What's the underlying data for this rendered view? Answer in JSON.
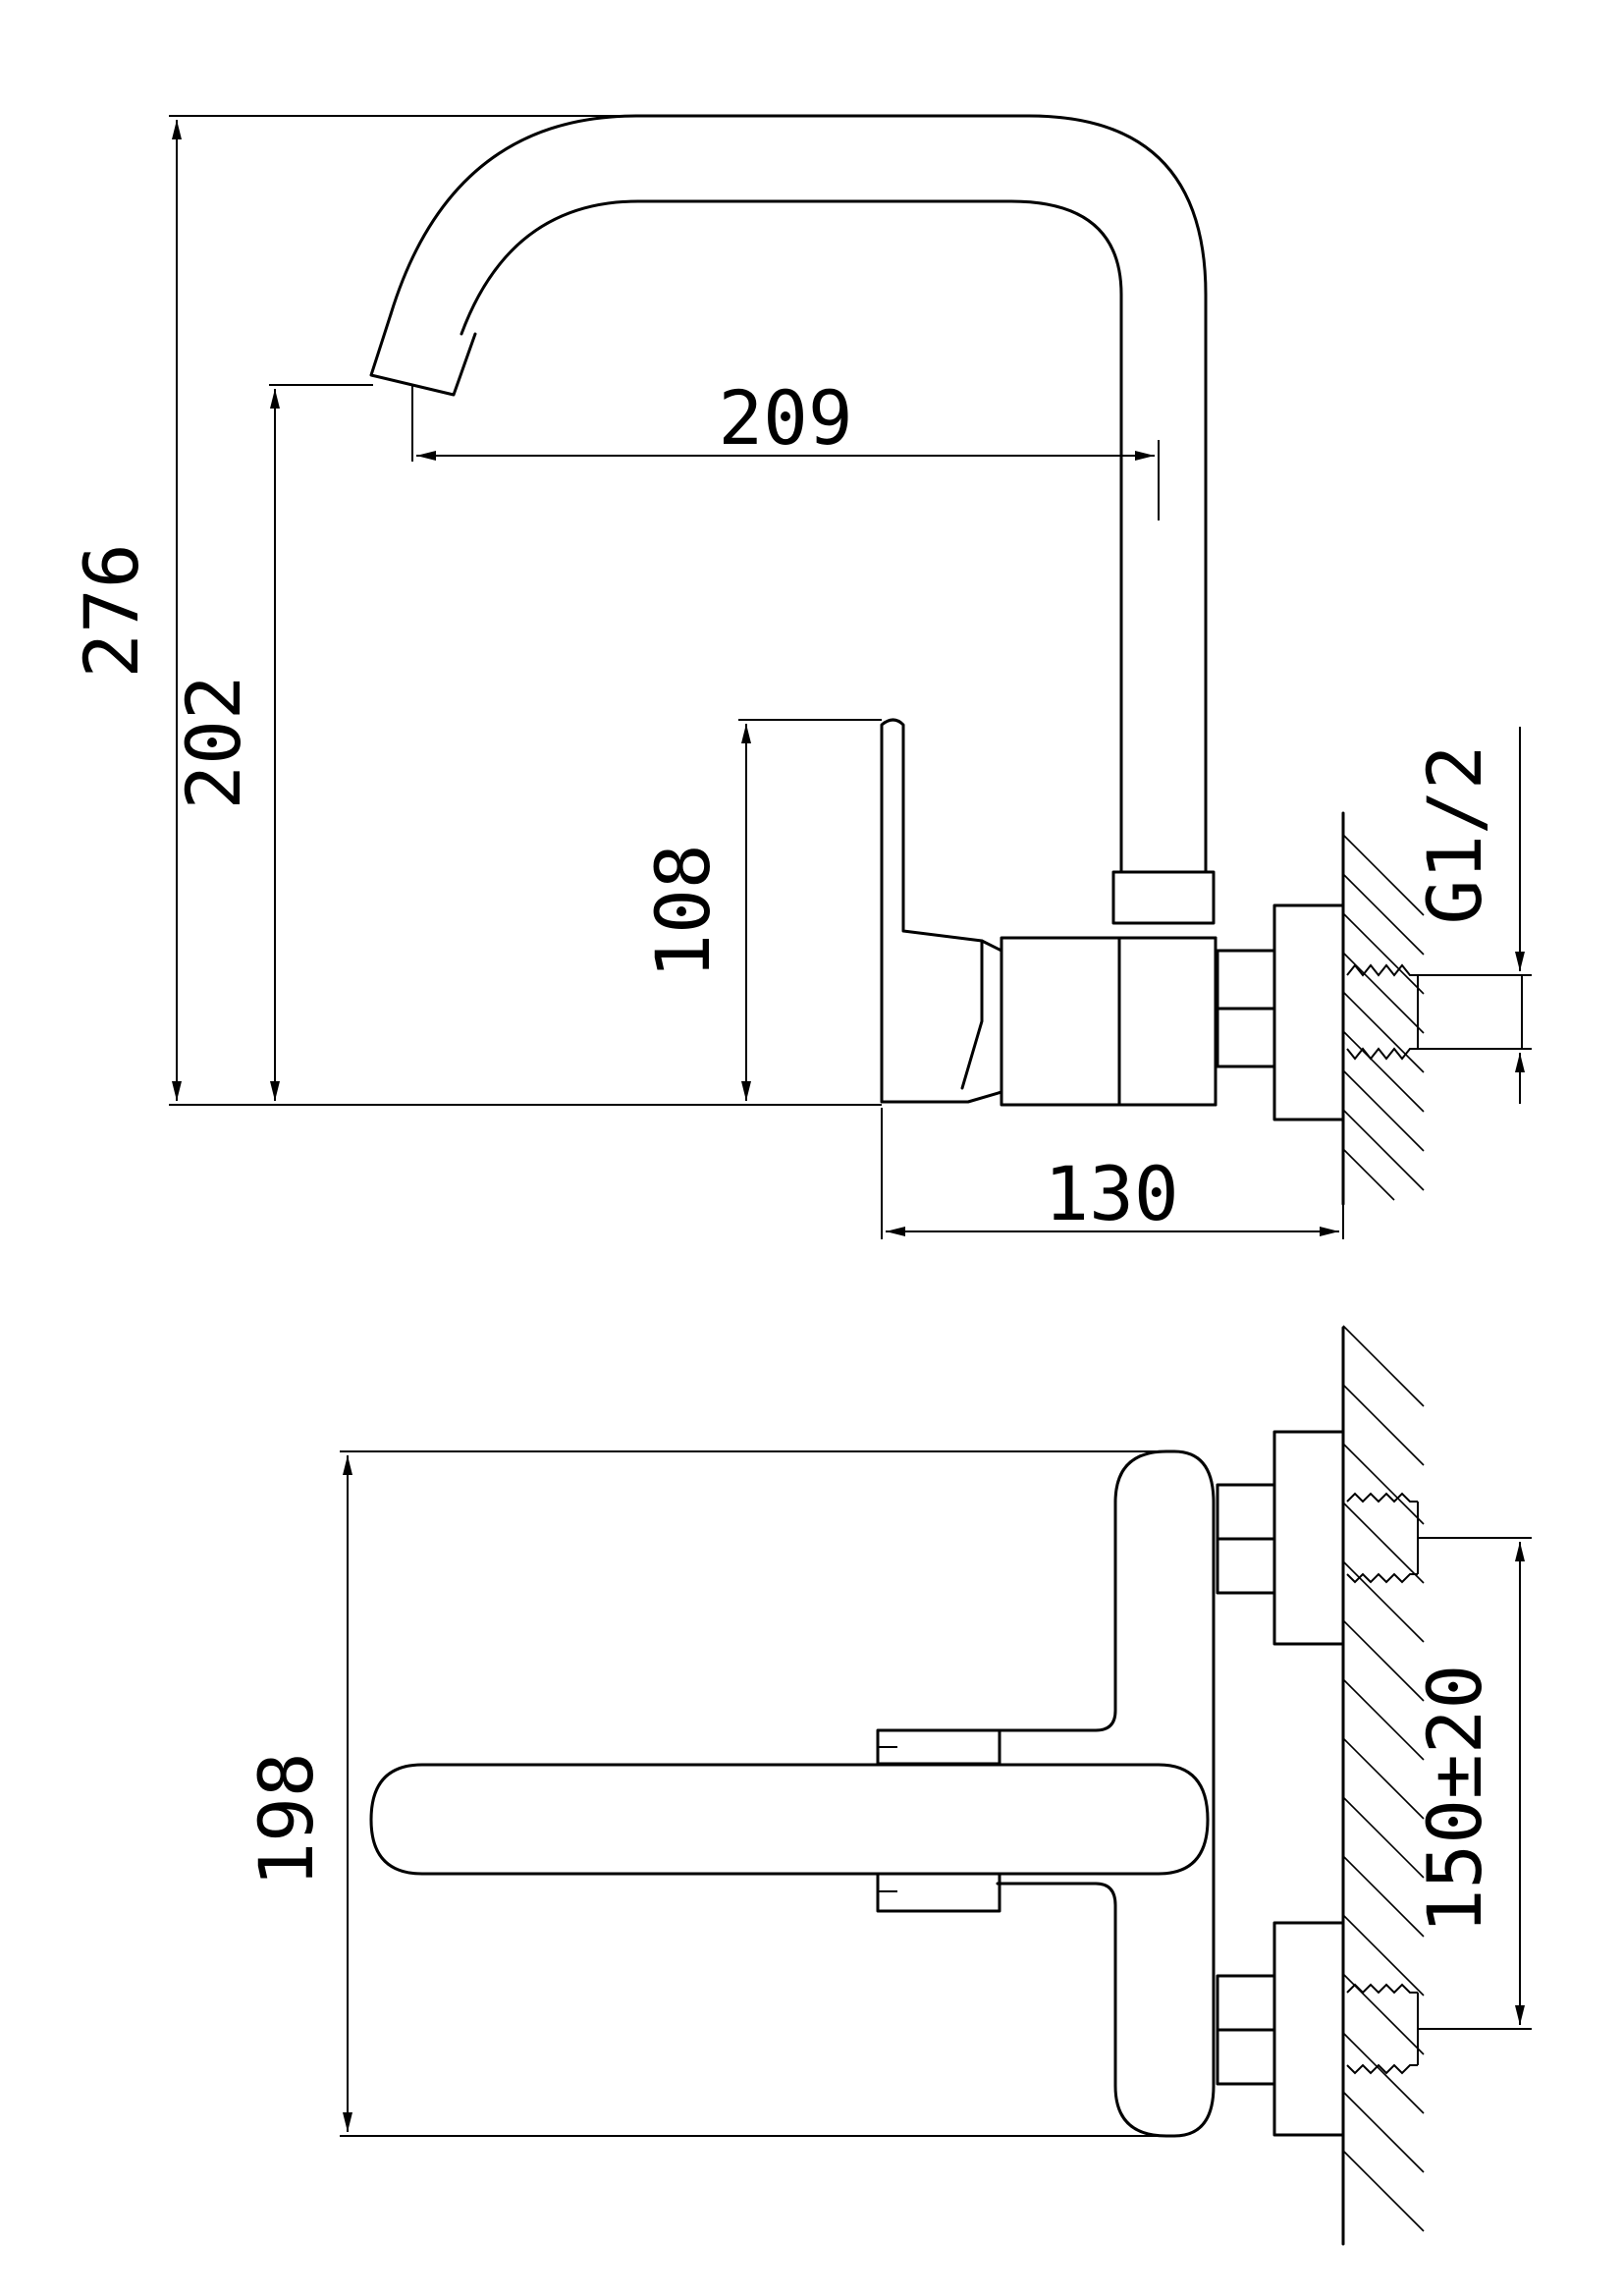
{
  "dimensions": {
    "total_height": "276",
    "spout_height": "202",
    "spout_reach": "209",
    "lever_height": "108",
    "projection": "130",
    "thread": "G1/2",
    "plan_width": "198",
    "centers": "150±20"
  }
}
